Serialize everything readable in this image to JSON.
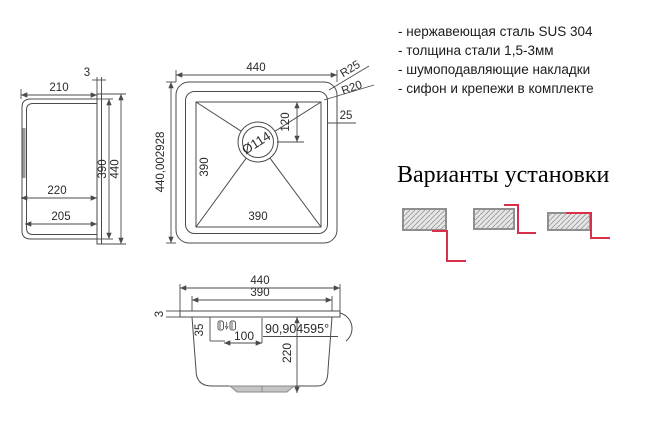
{
  "specs": {
    "items": [
      "- нержавеющая сталь SUS 304",
      "- толщина стали 1,5-3мм",
      "- шумоподавляющие накладки",
      "- сифон и крепежи в комплекте"
    ]
  },
  "installation": {
    "heading": "Варианты установки"
  },
  "side_view": {
    "width_label": "210",
    "rim_label": "3",
    "height_inner_label": "390",
    "height_outer_label": "440",
    "depth1_label": "220",
    "depth2_label": "205"
  },
  "top_view": {
    "width_label": "440",
    "height_label": "440,002928",
    "bowl_width_label": "390",
    "bowl_height_label": "390",
    "drain_label": "Ø114",
    "drain_offset_label": "120",
    "rim_width_label": "25",
    "radius_outer_label": "R25",
    "radius_inner_label": "R20"
  },
  "front_view": {
    "width_label": "440",
    "bowl_width_label": "390",
    "rim_label": "3",
    "clip_offset_label": "35",
    "clip_spacing_label": "100",
    "angle_label": "90,904595°",
    "depth_label": "220"
  },
  "colors": {
    "line": "#4b4b4b",
    "red": "#d9304a",
    "hatch_fill": "#e6e6e6",
    "hatch_border": "#8f8f8f"
  }
}
